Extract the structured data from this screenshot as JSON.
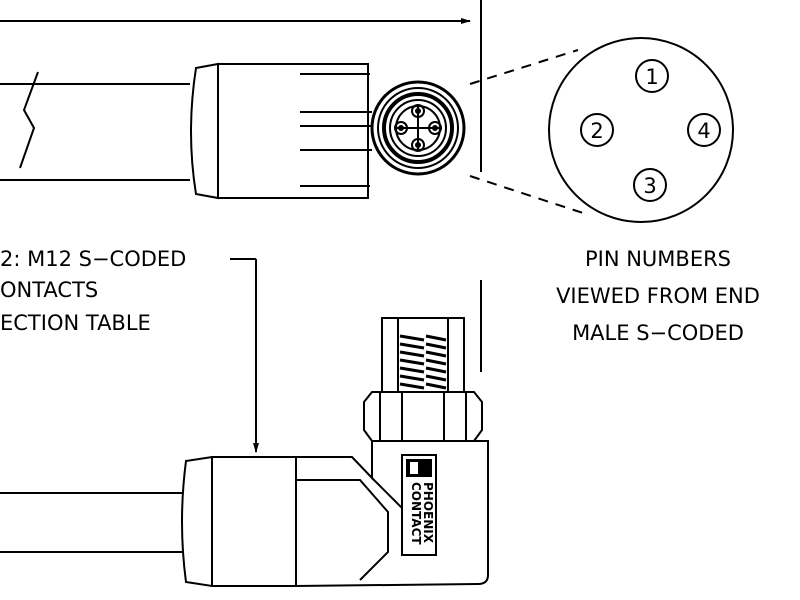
{
  "callout": {
    "line1": "2: M12 S−CODED",
    "line2": "ONTACTS",
    "line3": "ECTION TABLE"
  },
  "pin_view": {
    "pins": [
      "1",
      "2",
      "3",
      "4"
    ],
    "caption_line1": "PIN NUMBERS",
    "caption_line2": "VIEWED FROM END",
    "caption_line3": "MALE S−CODED"
  },
  "connector_logo": {
    "brand_text": "PHOENIX CONTACT"
  },
  "colors": {
    "ink": "#000000",
    "background": "#ffffff"
  }
}
